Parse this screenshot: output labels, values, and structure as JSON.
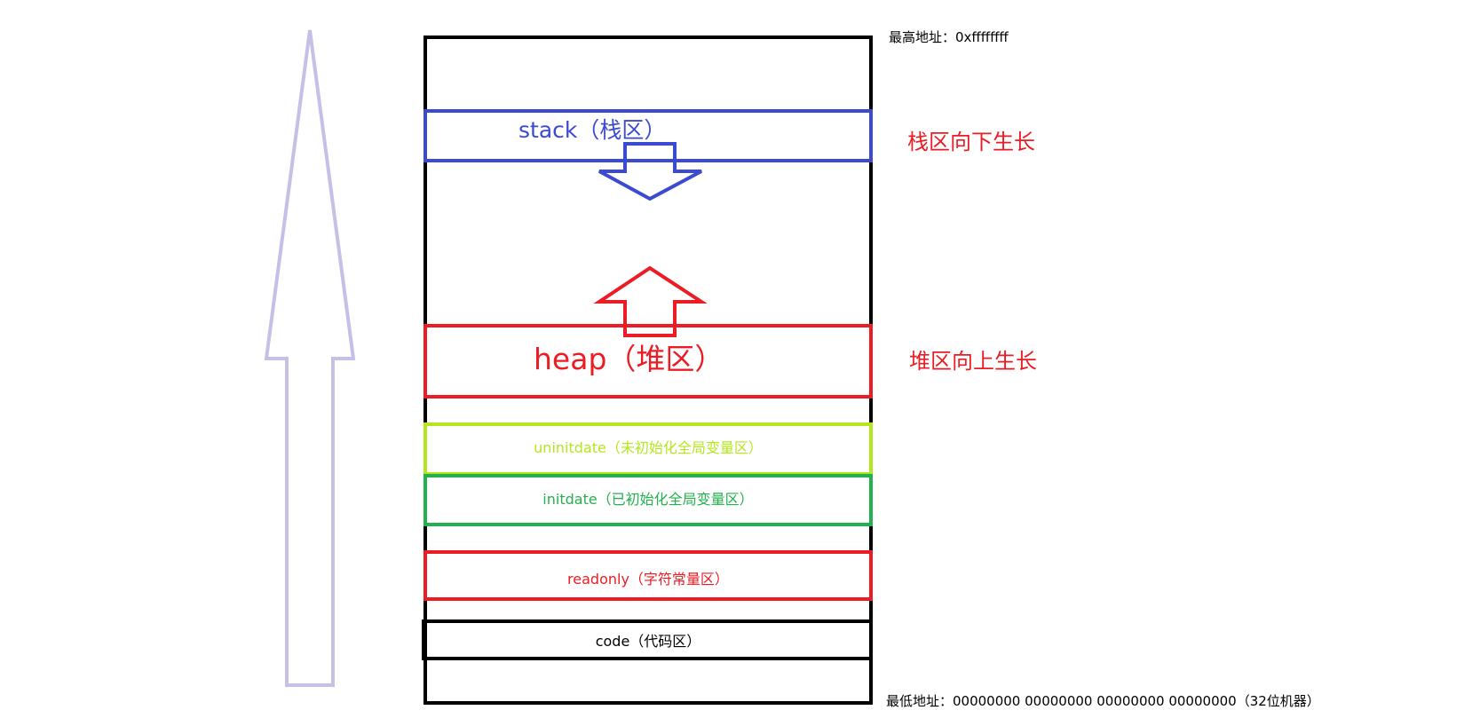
{
  "colors": {
    "memory_outline": "#000000",
    "stack": "#3b4bd1",
    "heap": "#ec1c24",
    "uninit": "#b5e61d",
    "init": "#22b14c",
    "readonly": "#ec1c24",
    "code": "#000000",
    "growth_arrow": "#c8bfe7",
    "note_red": "#ec1c24",
    "note_black": "#000000"
  },
  "icons": {
    "growth_arrow": "up-arrow-outline-icon",
    "stack_arrow": "down-arrow-outline-icon",
    "heap_arrow": "up-arrow-outline-icon"
  },
  "address": {
    "top": "最高地址：0xffffffff",
    "bottom": "最低地址：00000000 00000000 00000000 00000000（32位机器）"
  },
  "segments": {
    "stack": "stack（栈区）",
    "heap": "heap（堆区）",
    "uninit": "uninitdate（未初始化全局变量区）",
    "init": "initdate（已初始化全局变量区）",
    "readonly": "readonly（字符常量区）",
    "code": "code（代码区）"
  },
  "notes": {
    "stack_growth": "栈区向下生长",
    "heap_growth": "堆区向上生长"
  }
}
